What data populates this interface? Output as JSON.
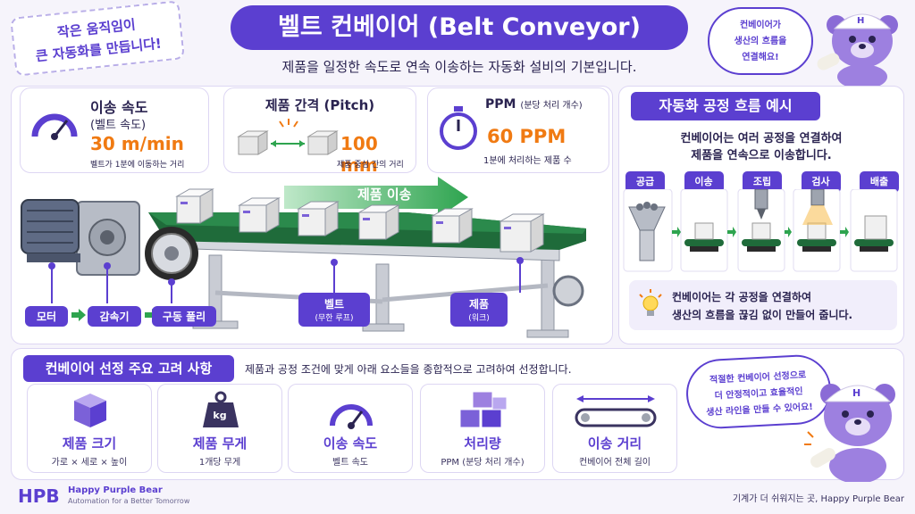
{
  "header": {
    "badge_line1": "작은 움직임이",
    "badge_line2": "큰 자동화를 만듭니다!",
    "title": "벨트 컨베이어 (Belt Conveyor)",
    "subtitle": "제품을 일정한 속도로 연속 이송하는 자동화 설비의 기본입니다.",
    "bubble_line1": "컨베이어가",
    "bubble_line2": "생산의 흐름을",
    "bubble_line3": "연결해요!"
  },
  "metrics": {
    "speed": {
      "title": "이송 속도",
      "sub": "(벨트 속도)",
      "value": "30 m/min",
      "desc": "벨트가 1분에 이동하는 거리"
    },
    "pitch": {
      "title": "제품 간격 (Pitch)",
      "value": "100 mm",
      "desc": "제품 중심 간의 거리"
    },
    "ppm": {
      "title": "PPM",
      "title_small": "(분당 처리 개수)",
      "value": "60 PPM",
      "desc": "1분에 처리하는 제품 수"
    }
  },
  "conveyor": {
    "flow_label": "제품 이송",
    "labels": {
      "motor": "모터",
      "reducer": "감속기",
      "drive_pulley": "구동 풀리",
      "belt": "벨트",
      "belt_sub": "(무한 루프)",
      "product": "제품",
      "product_sub": "(워크)"
    }
  },
  "process": {
    "title": "자동화 공정 흐름 예시",
    "desc_line1": "컨베이어는 여러 공정을 연결하여",
    "desc_line2": "제품을 연속으로 이송합니다.",
    "steps": [
      "공급",
      "이송",
      "조립",
      "검사",
      "배출"
    ],
    "tip_line1": "컨베이어는 각 공정을 연결하여",
    "tip_line2": "생산의 흐름을 끊김 없이 만들어 줍니다."
  },
  "selection": {
    "title": "컨베이어 선정 주요 고려 사항",
    "desc": "제품과 공정 조건에 맞게 아래 요소들을 종합적으로 고려하여 선정합니다.",
    "items": [
      {
        "title": "제품 크기",
        "sub": "가로 × 세로 × 높이"
      },
      {
        "title": "제품 무게",
        "sub": "1개당 무게"
      },
      {
        "title": "이송 속도",
        "sub": "벨트 속도"
      },
      {
        "title": "처리량",
        "sub": "PPM (분당 처리 개수)"
      },
      {
        "title": "이송 거리",
        "sub": "컨베이어 전체 길이"
      }
    ],
    "weight_icon_text": "kg",
    "bubble_line1": "적절한 컨베이어 선정으로",
    "bubble_line2": "더 안정적이고 효율적인",
    "bubble_line3": "생산 라인을 만들 수 있어요!"
  },
  "footer": {
    "logo": "HPB",
    "brand": "Happy Purple Bear",
    "tagline": "Automation for a Better Tomorrow",
    "right": "기계가 더 쉬워지는 곳, Happy Purple Bear"
  },
  "colors": {
    "accent": "#5b3fd0",
    "orange": "#f07a12",
    "green": "#2ea44f",
    "belt": "#1f6b3a"
  }
}
